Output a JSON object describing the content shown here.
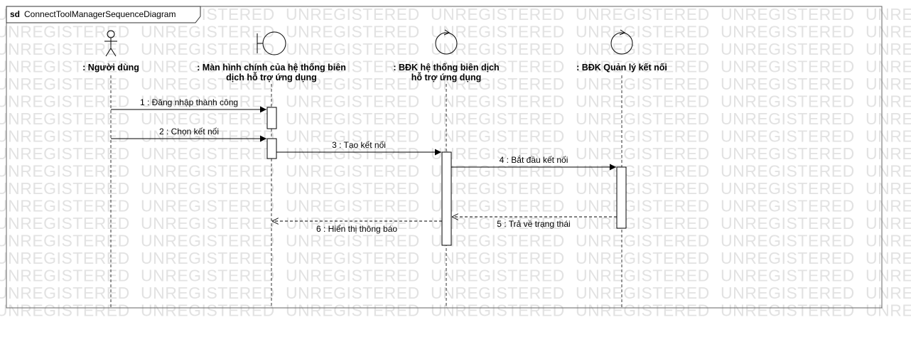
{
  "watermark": "UNREGISTERED",
  "frame": {
    "keyword": "sd",
    "name": "ConnectToolManagerSequenceDiagram"
  },
  "lifelines": [
    {
      "id": "user",
      "kind": "actor",
      "name_lines": [
        ": Người dùng"
      ]
    },
    {
      "id": "screen",
      "kind": "boundary",
      "name_lines": [
        ": Màn hình chính của hệ thống biên",
        "dịch hỗ trợ ứng dụng"
      ]
    },
    {
      "id": "ctrl1",
      "kind": "control",
      "name_lines": [
        ": BĐK hệ thống biên dịch",
        "hỗ trợ ứng dụng"
      ]
    },
    {
      "id": "ctrl2",
      "kind": "control",
      "name_lines": [
        ": BĐK Quản lý kết nối"
      ]
    }
  ],
  "messages": [
    {
      "label": "1 : Đăng nhập thành công",
      "from": "user",
      "to": "screen",
      "type": "sync"
    },
    {
      "label": "2 : Chọn kết nối",
      "from": "user",
      "to": "screen",
      "type": "sync"
    },
    {
      "label": "3 : Tạo kết nối",
      "from": "screen",
      "to": "ctrl1",
      "type": "sync"
    },
    {
      "label": "4 : Bắt đầu kết nối",
      "from": "ctrl1",
      "to": "ctrl2",
      "type": "sync"
    },
    {
      "label": "5 : Trả về trạng thái",
      "from": "ctrl2",
      "to": "ctrl1",
      "type": "return"
    },
    {
      "label": "6 : Hiển thị thông báo",
      "from": "ctrl1",
      "to": "screen",
      "type": "return"
    }
  ]
}
